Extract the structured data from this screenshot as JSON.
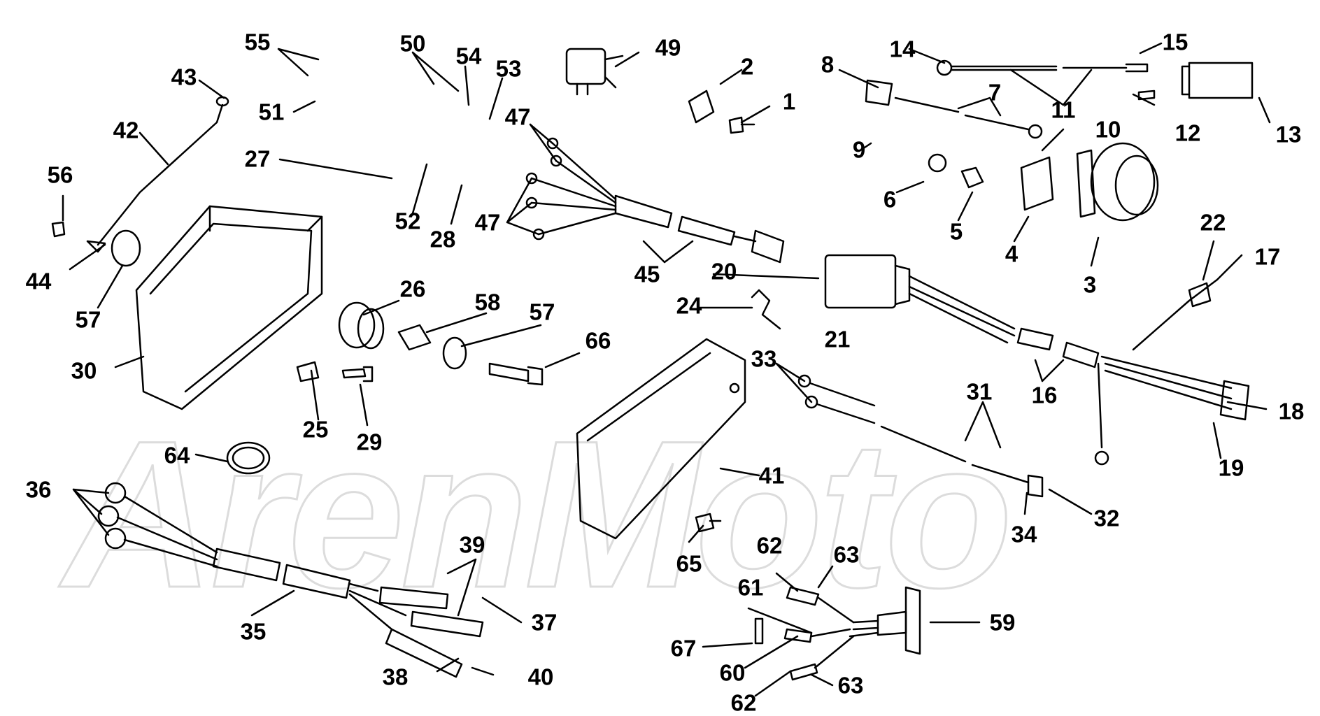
{
  "watermark": "ArenMoto",
  "callouts": [
    {
      "id": "c55",
      "text": "55"
    },
    {
      "id": "c50",
      "text": "50"
    },
    {
      "id": "c54",
      "text": "54"
    },
    {
      "id": "c53",
      "text": "53"
    },
    {
      "id": "c49",
      "text": "49"
    },
    {
      "id": "c2",
      "text": "2"
    },
    {
      "id": "c1",
      "text": "1"
    },
    {
      "id": "c14",
      "text": "14"
    },
    {
      "id": "c15",
      "text": "15"
    },
    {
      "id": "c8",
      "text": "8"
    },
    {
      "id": "c7",
      "text": "7"
    },
    {
      "id": "c11",
      "text": "11"
    },
    {
      "id": "c12",
      "text": "12"
    },
    {
      "id": "c13",
      "text": "13"
    },
    {
      "id": "c9",
      "text": "9"
    },
    {
      "id": "c10",
      "text": "10"
    },
    {
      "id": "c43",
      "text": "43"
    },
    {
      "id": "c42",
      "text": "42"
    },
    {
      "id": "c51",
      "text": "51"
    },
    {
      "id": "c47a",
      "text": "47"
    },
    {
      "id": "c27",
      "text": "27"
    },
    {
      "id": "c52",
      "text": "52"
    },
    {
      "id": "c28",
      "text": "28"
    },
    {
      "id": "c47b",
      "text": "47"
    },
    {
      "id": "c56",
      "text": "56"
    },
    {
      "id": "c44",
      "text": "44"
    },
    {
      "id": "c57a",
      "text": "57"
    },
    {
      "id": "c26",
      "text": "26"
    },
    {
      "id": "c58",
      "text": "58"
    },
    {
      "id": "c57b",
      "text": "57"
    },
    {
      "id": "c66",
      "text": "66"
    },
    {
      "id": "c30",
      "text": "30"
    },
    {
      "id": "c25",
      "text": "25"
    },
    {
      "id": "c29",
      "text": "29"
    },
    {
      "id": "c45",
      "text": "45"
    },
    {
      "id": "c20",
      "text": "20"
    },
    {
      "id": "c24",
      "text": "24"
    },
    {
      "id": "c21",
      "text": "21"
    },
    {
      "id": "c6",
      "text": "6"
    },
    {
      "id": "c5",
      "text": "5"
    },
    {
      "id": "c4",
      "text": "4"
    },
    {
      "id": "c3",
      "text": "3"
    },
    {
      "id": "c22",
      "text": "22"
    },
    {
      "id": "c17",
      "text": "17"
    },
    {
      "id": "c16",
      "text": "16"
    },
    {
      "id": "c18",
      "text": "18"
    },
    {
      "id": "c19",
      "text": "19"
    },
    {
      "id": "c33",
      "text": "33"
    },
    {
      "id": "c31",
      "text": "31"
    },
    {
      "id": "c32",
      "text": "32"
    },
    {
      "id": "c34",
      "text": "34"
    },
    {
      "id": "c41",
      "text": "41"
    },
    {
      "id": "c65",
      "text": "65"
    },
    {
      "id": "c64",
      "text": "64"
    },
    {
      "id": "c36",
      "text": "36"
    },
    {
      "id": "c35",
      "text": "35"
    },
    {
      "id": "c39",
      "text": "39"
    },
    {
      "id": "c37",
      "text": "37"
    },
    {
      "id": "c38",
      "text": "38"
    },
    {
      "id": "c40",
      "text": "40"
    },
    {
      "id": "c62a",
      "text": "62"
    },
    {
      "id": "c63a",
      "text": "63"
    },
    {
      "id": "c61",
      "text": "61"
    },
    {
      "id": "c59",
      "text": "59"
    },
    {
      "id": "c67",
      "text": "67"
    },
    {
      "id": "c60",
      "text": "60"
    },
    {
      "id": "c62b",
      "text": "62"
    },
    {
      "id": "c63b",
      "text": "63"
    }
  ]
}
